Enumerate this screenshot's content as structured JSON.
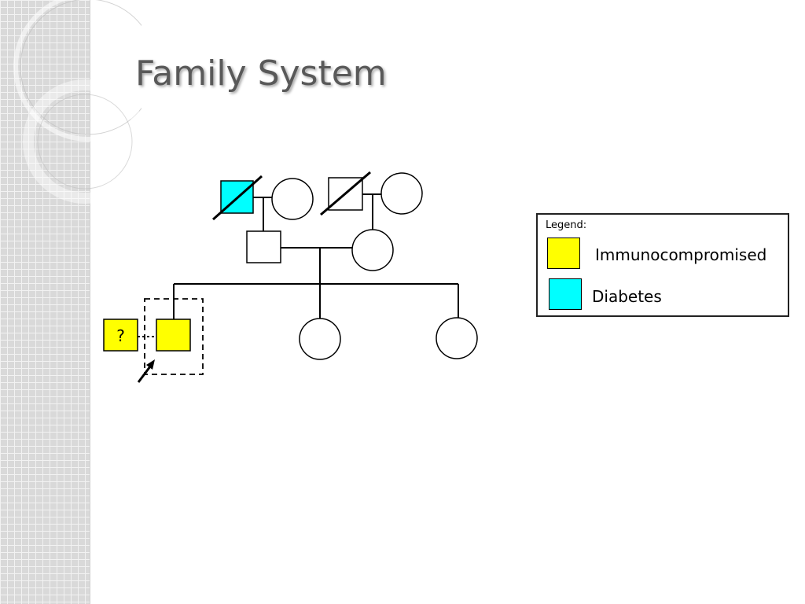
{
  "slide": {
    "title": "Family System"
  },
  "pedigree": {
    "unknown_partner_label": "?",
    "proband_marker": "arrow"
  },
  "legend": {
    "title": "Legend:",
    "items": [
      {
        "label": "Immunocompromised",
        "color": "#ffff00"
      },
      {
        "label": "Diabetes",
        "color": "#00ffff"
      }
    ]
  },
  "colors": {
    "immunocompromised": "#ffff00",
    "diabetes": "#00ffff",
    "title_text": "#595959",
    "line": "#000000"
  }
}
